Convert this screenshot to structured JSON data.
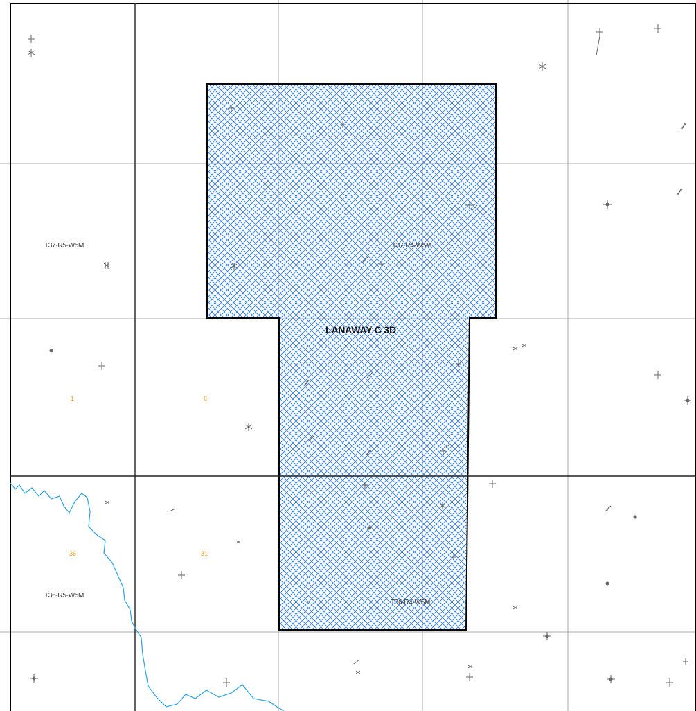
{
  "survey": {
    "name": "LANAWAY C 3D",
    "color": "#2a7be0"
  },
  "townships": [
    {
      "id": "t37-r5",
      "label": "T37-R5-W5M"
    },
    {
      "id": "t37-r4",
      "label": "T37-R4-W5M"
    },
    {
      "id": "t36-r5",
      "label": "T36-R5-W5M"
    },
    {
      "id": "t36-r4",
      "label": "T36-R4-W5M"
    }
  ],
  "sections": [
    {
      "id": "sec-1",
      "label": "1"
    },
    {
      "id": "sec-6",
      "label": "6"
    },
    {
      "id": "sec-36",
      "label": "36"
    },
    {
      "id": "sec-31",
      "label": "31"
    }
  ],
  "colors": {
    "grid": "#aaaaaa",
    "township_border": "#000000",
    "river": "#2aa3e6",
    "well": "#666666",
    "section_label": "#e89b1a"
  }
}
